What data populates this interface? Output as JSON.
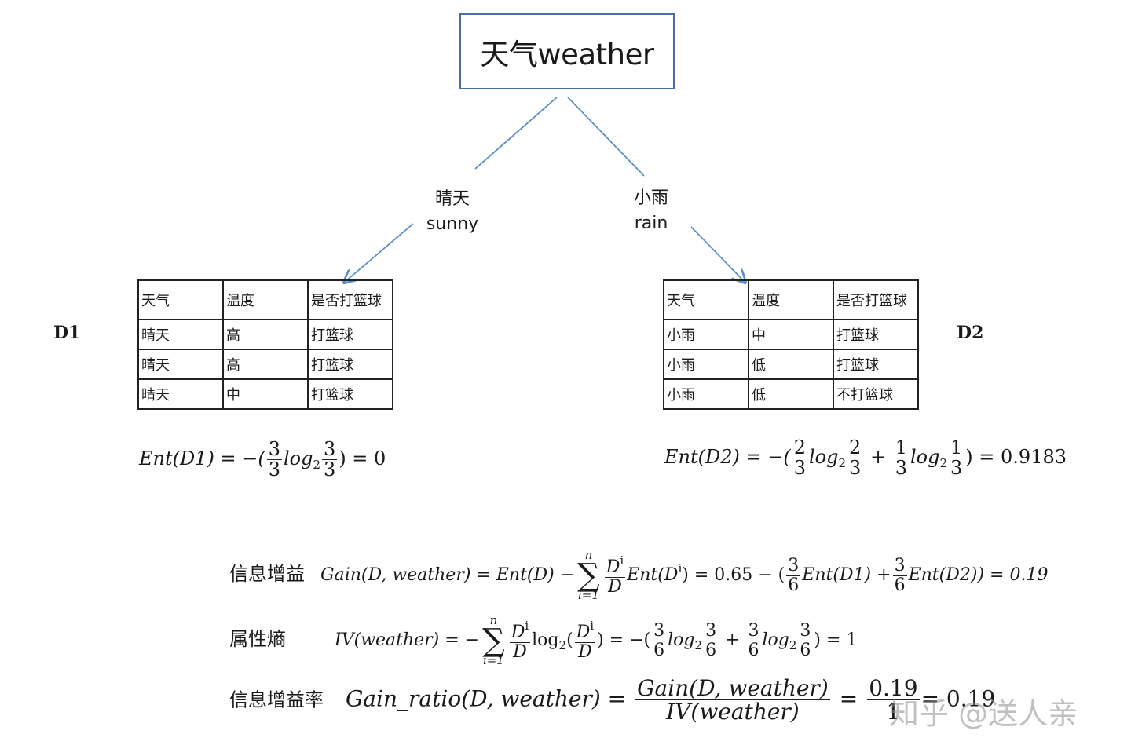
{
  "root": {
    "label": "天气weather"
  },
  "branches": [
    {
      "cn": "晴天",
      "en": "sunny"
    },
    {
      "cn": "小雨",
      "en": "rain"
    }
  ],
  "d1": {
    "label": "D1",
    "headers": [
      "天气",
      "温度",
      "是否打篮球"
    ],
    "rows": [
      [
        "晴天",
        "高",
        "打篮球"
      ],
      [
        "晴天",
        "高",
        "打篮球"
      ],
      [
        "晴天",
        "中",
        "打篮球"
      ]
    ]
  },
  "d2": {
    "label": "D2",
    "headers": [
      "天气",
      "温度",
      "是否打篮球"
    ],
    "rows": [
      [
        "小雨",
        "中",
        "打篮球"
      ],
      [
        "小雨",
        "低",
        "打篮球"
      ],
      [
        "小雨",
        "低",
        "不打篮球"
      ]
    ]
  },
  "formulas": {
    "ent_d1": {
      "lhs": "Ent(D1) = −(",
      "log": "log",
      "base": "2",
      "n1": "3",
      "d1": "3",
      "n2": "3",
      "d2": "3",
      "rhs": ") = 0"
    },
    "ent_d2": {
      "lhs": "Ent(D2) = −(",
      "log": "log",
      "base": "2",
      "a_n1": "2",
      "a_d1": "3",
      "a_n2": "2",
      "a_d2": "3",
      "plus": " + ",
      "b_n1": "1",
      "b_d1": "3",
      "b_n2": "1",
      "b_d2": "3",
      "rhs": ") = 0.9183"
    },
    "gain": {
      "label": "信息增益",
      "lhs": "Gain(D, weather) = Ent(D) −",
      "sum_top": "n",
      "sum_bot": "i=1",
      "f_num": "D",
      "f_den": "D",
      "sup_i": "i",
      "mid": "Ent(D",
      "mid_close": ") = 0.65 − (",
      "c1_n": "3",
      "c1_d": "6",
      "e1": "Ent(D1) +",
      "c2_n": "3",
      "c2_d": "6",
      "e2": "Ent(D2)) = 0.19"
    },
    "iv": {
      "label": "属性熵",
      "lhs": "IV(weather) = −",
      "sum_top": "n",
      "sum_bot": "i=1",
      "f_num": "D",
      "f_den": "D",
      "sup_i": "i",
      "log": "log",
      "base": "2",
      "mid": "(",
      "mid_close": ") = −(",
      "a_n": "3",
      "a_d": "6",
      "a_n2": "3",
      "a_d2": "6",
      "plus": " + ",
      "b_n": "3",
      "b_d": "6",
      "b_n2": "3",
      "b_d2": "6",
      "rhs": ") = 1"
    },
    "ratio": {
      "label": "信息增益率",
      "lhs": "Gain_ratio(D, weather) =",
      "f_num": "Gain(D, weather)",
      "f_den": "IV(weather)",
      "eq": "=",
      "v_num": "0.19",
      "v_den": "1",
      "rhs": "= 0.19"
    }
  },
  "watermark": "知乎 @送人亲",
  "colors": {
    "line": "#5b8fc9",
    "box_border": "#4a6fa5"
  }
}
